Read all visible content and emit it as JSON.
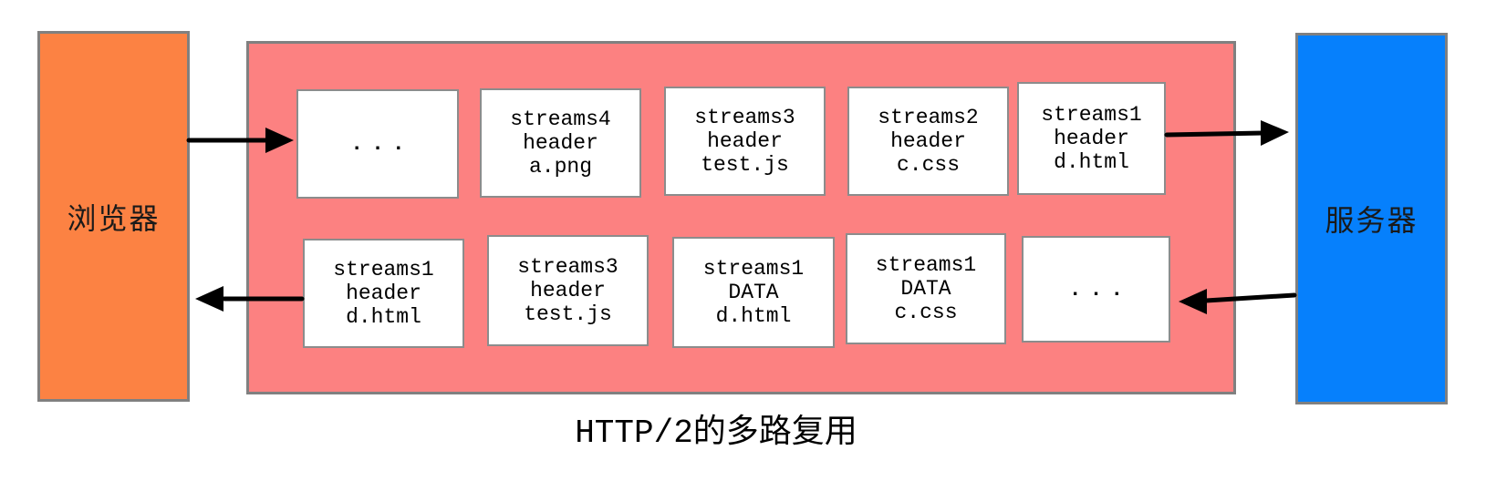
{
  "diagram": {
    "caption": "HTTP/2的多路复用",
    "browser_label": "浏览器",
    "server_label": "服务器"
  },
  "colors": {
    "browser_fill": "#fc8243",
    "server_fill": "#0680fc",
    "connection_fill": "#fc8181",
    "frame_fill": "#ffffff",
    "box_border": "#808080",
    "arrow": "#000000"
  },
  "request_frames": [
    {
      "lines": [
        "..."
      ]
    },
    {
      "lines": [
        "streams4",
        "header",
        "a.png"
      ]
    },
    {
      "lines": [
        "streams3",
        "header",
        "test.js"
      ]
    },
    {
      "lines": [
        "streams2",
        "header",
        "c.css"
      ]
    },
    {
      "lines": [
        "streams1",
        "header",
        "d.html"
      ]
    }
  ],
  "response_frames": [
    {
      "lines": [
        "streams1",
        "header",
        "d.html"
      ]
    },
    {
      "lines": [
        "streams3",
        "header",
        "test.js"
      ]
    },
    {
      "lines": [
        "streams1",
        "DATA",
        "d.html"
      ]
    },
    {
      "lines": [
        "streams1",
        "DATA",
        "c.css"
      ]
    },
    {
      "lines": [
        "..."
      ]
    }
  ]
}
